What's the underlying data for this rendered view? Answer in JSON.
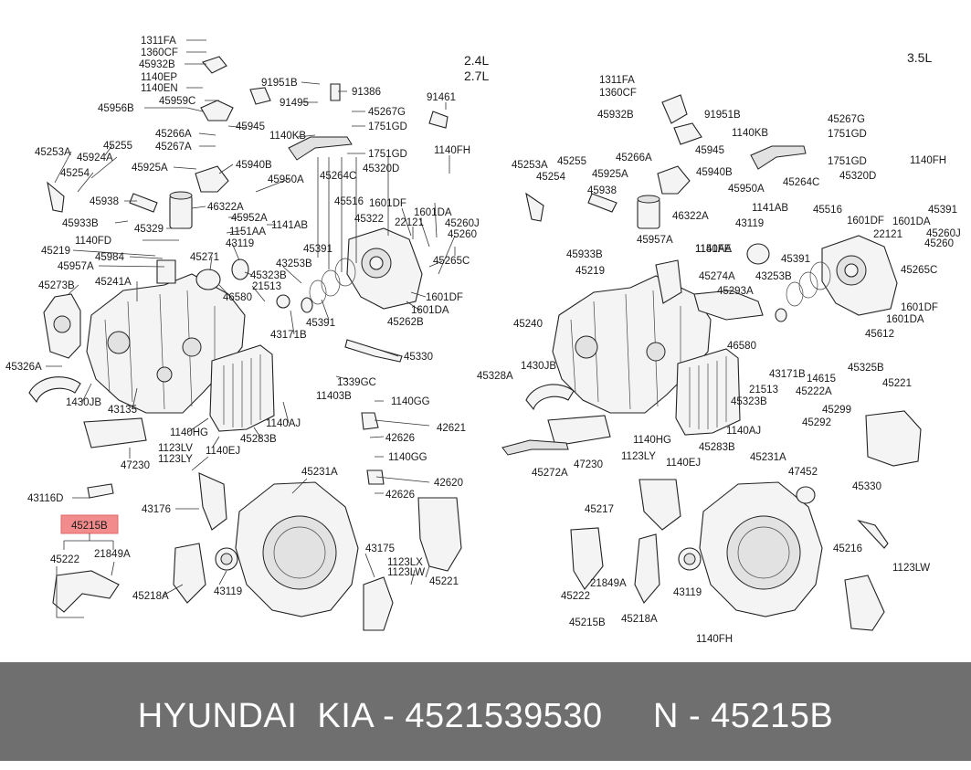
{
  "variant_left": [
    "2.4L",
    "2.7L"
  ],
  "variant_right": "3.5L",
  "highlight": {
    "part": "45215B",
    "color": "#f28b8b"
  },
  "footer": {
    "text": "HYUNDAI  KIA - 4521539530     N - 45215B",
    "background": "#6f6f6f"
  },
  "parts": [
    "1311FA",
    "1360CF",
    "45932B",
    "1140EP",
    "1140EN",
    "45959C",
    "45956B",
    "45945",
    "45266A",
    "45267A",
    "91951B",
    "91495",
    "91386",
    "45267G",
    "1751GD",
    "1140KB",
    "1751GD",
    "45264C",
    "45320D",
    "91461",
    "1140FH",
    "45253A",
    "45924A",
    "45255",
    "45254",
    "45925A",
    "45940B",
    "45950A",
    "45938",
    "46322A",
    "45952A",
    "1141AB",
    "45933B",
    "45329",
    "1151AA",
    "1140FD",
    "45219",
    "45984",
    "45957A",
    "45271",
    "43119",
    "45241A",
    "45273B",
    "45323B",
    "46580",
    "21513",
    "43253B",
    "45516",
    "1601DF",
    "45391",
    "1601DA",
    "45322",
    "22121",
    "45260J",
    "45260",
    "45265C",
    "1601DF",
    "1601DA",
    "45262B",
    "45391",
    "43171B",
    "45330",
    "45326A",
    "1430JB",
    "43135",
    "1339GC",
    "11403B",
    "1140GG",
    "1140HG",
    "45283B",
    "1140AJ",
    "42626",
    "42621",
    "1123LV",
    "1123LY",
    "1140EJ",
    "47230",
    "1140GG",
    "42620",
    "42626",
    "43116D",
    "45215B",
    "45222",
    "21849A",
    "43176",
    "45231A",
    "45218A",
    "43119",
    "43175",
    "1123LX",
    "1123LW",
    "45221",
    "1311FA",
    "1360CF",
    "45932B",
    "91951B",
    "45267G",
    "1140KB",
    "1751GD",
    "45266A",
    "45945",
    "1751GD",
    "1140FH",
    "45253A",
    "45255",
    "45254",
    "45925A",
    "45940B",
    "45264C",
    "45320D",
    "45938",
    "45950A",
    "1141AB",
    "43119",
    "45516",
    "1601DF",
    "45391",
    "1601DA",
    "46322A",
    "22121",
    "45260J",
    "45957A",
    "1151AA",
    "1140FE",
    "45260",
    "45933B",
    "45219",
    "45274A",
    "43253B",
    "45265C",
    "45293A",
    "45391",
    "1601DF",
    "1601DA",
    "45612",
    "45240",
    "46580",
    "43171B",
    "45325B",
    "45328A",
    "1430JB",
    "21513",
    "14615",
    "45222A",
    "45221",
    "45323B",
    "45299",
    "45292",
    "1140HG",
    "1140AJ",
    "45283B",
    "45272A",
    "47230",
    "1140EJ",
    "1123LY",
    "45231A",
    "47452",
    "45217",
    "45330",
    "21849A",
    "45216",
    "1123LW",
    "45222",
    "43119",
    "45215B",
    "45218A",
    "1140FH"
  ]
}
